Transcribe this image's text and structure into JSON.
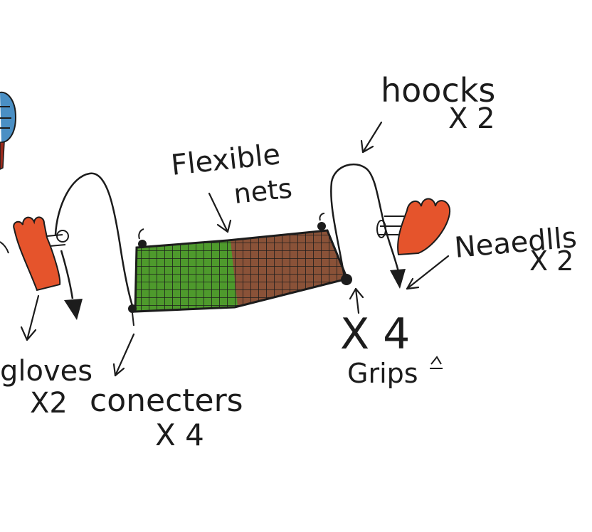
{
  "labels": {
    "hooks": "hoocks",
    "hooks_count": "X 2",
    "flexible": "Flexible",
    "nets": "nets",
    "needles": "Neaedlls",
    "needles_count": "X 2",
    "gloves": "gloves",
    "gloves_count": "X2",
    "connectors": "conecters",
    "connectors_count": "X 4",
    "grips_count": "X 4",
    "grips": "Grips"
  },
  "colors": {
    "ink": "#1c1c1c",
    "net_green": "#4e9a2c",
    "net_brown": "#8a5238",
    "glove_orange": "#e5542c",
    "edge_blue": "#4a8fc4",
    "edge_red": "#9a2a1c"
  },
  "icons": [
    "glove-icon",
    "hook-icon",
    "net-icon",
    "needle-icon",
    "connector-icon",
    "arrow-icon"
  ]
}
